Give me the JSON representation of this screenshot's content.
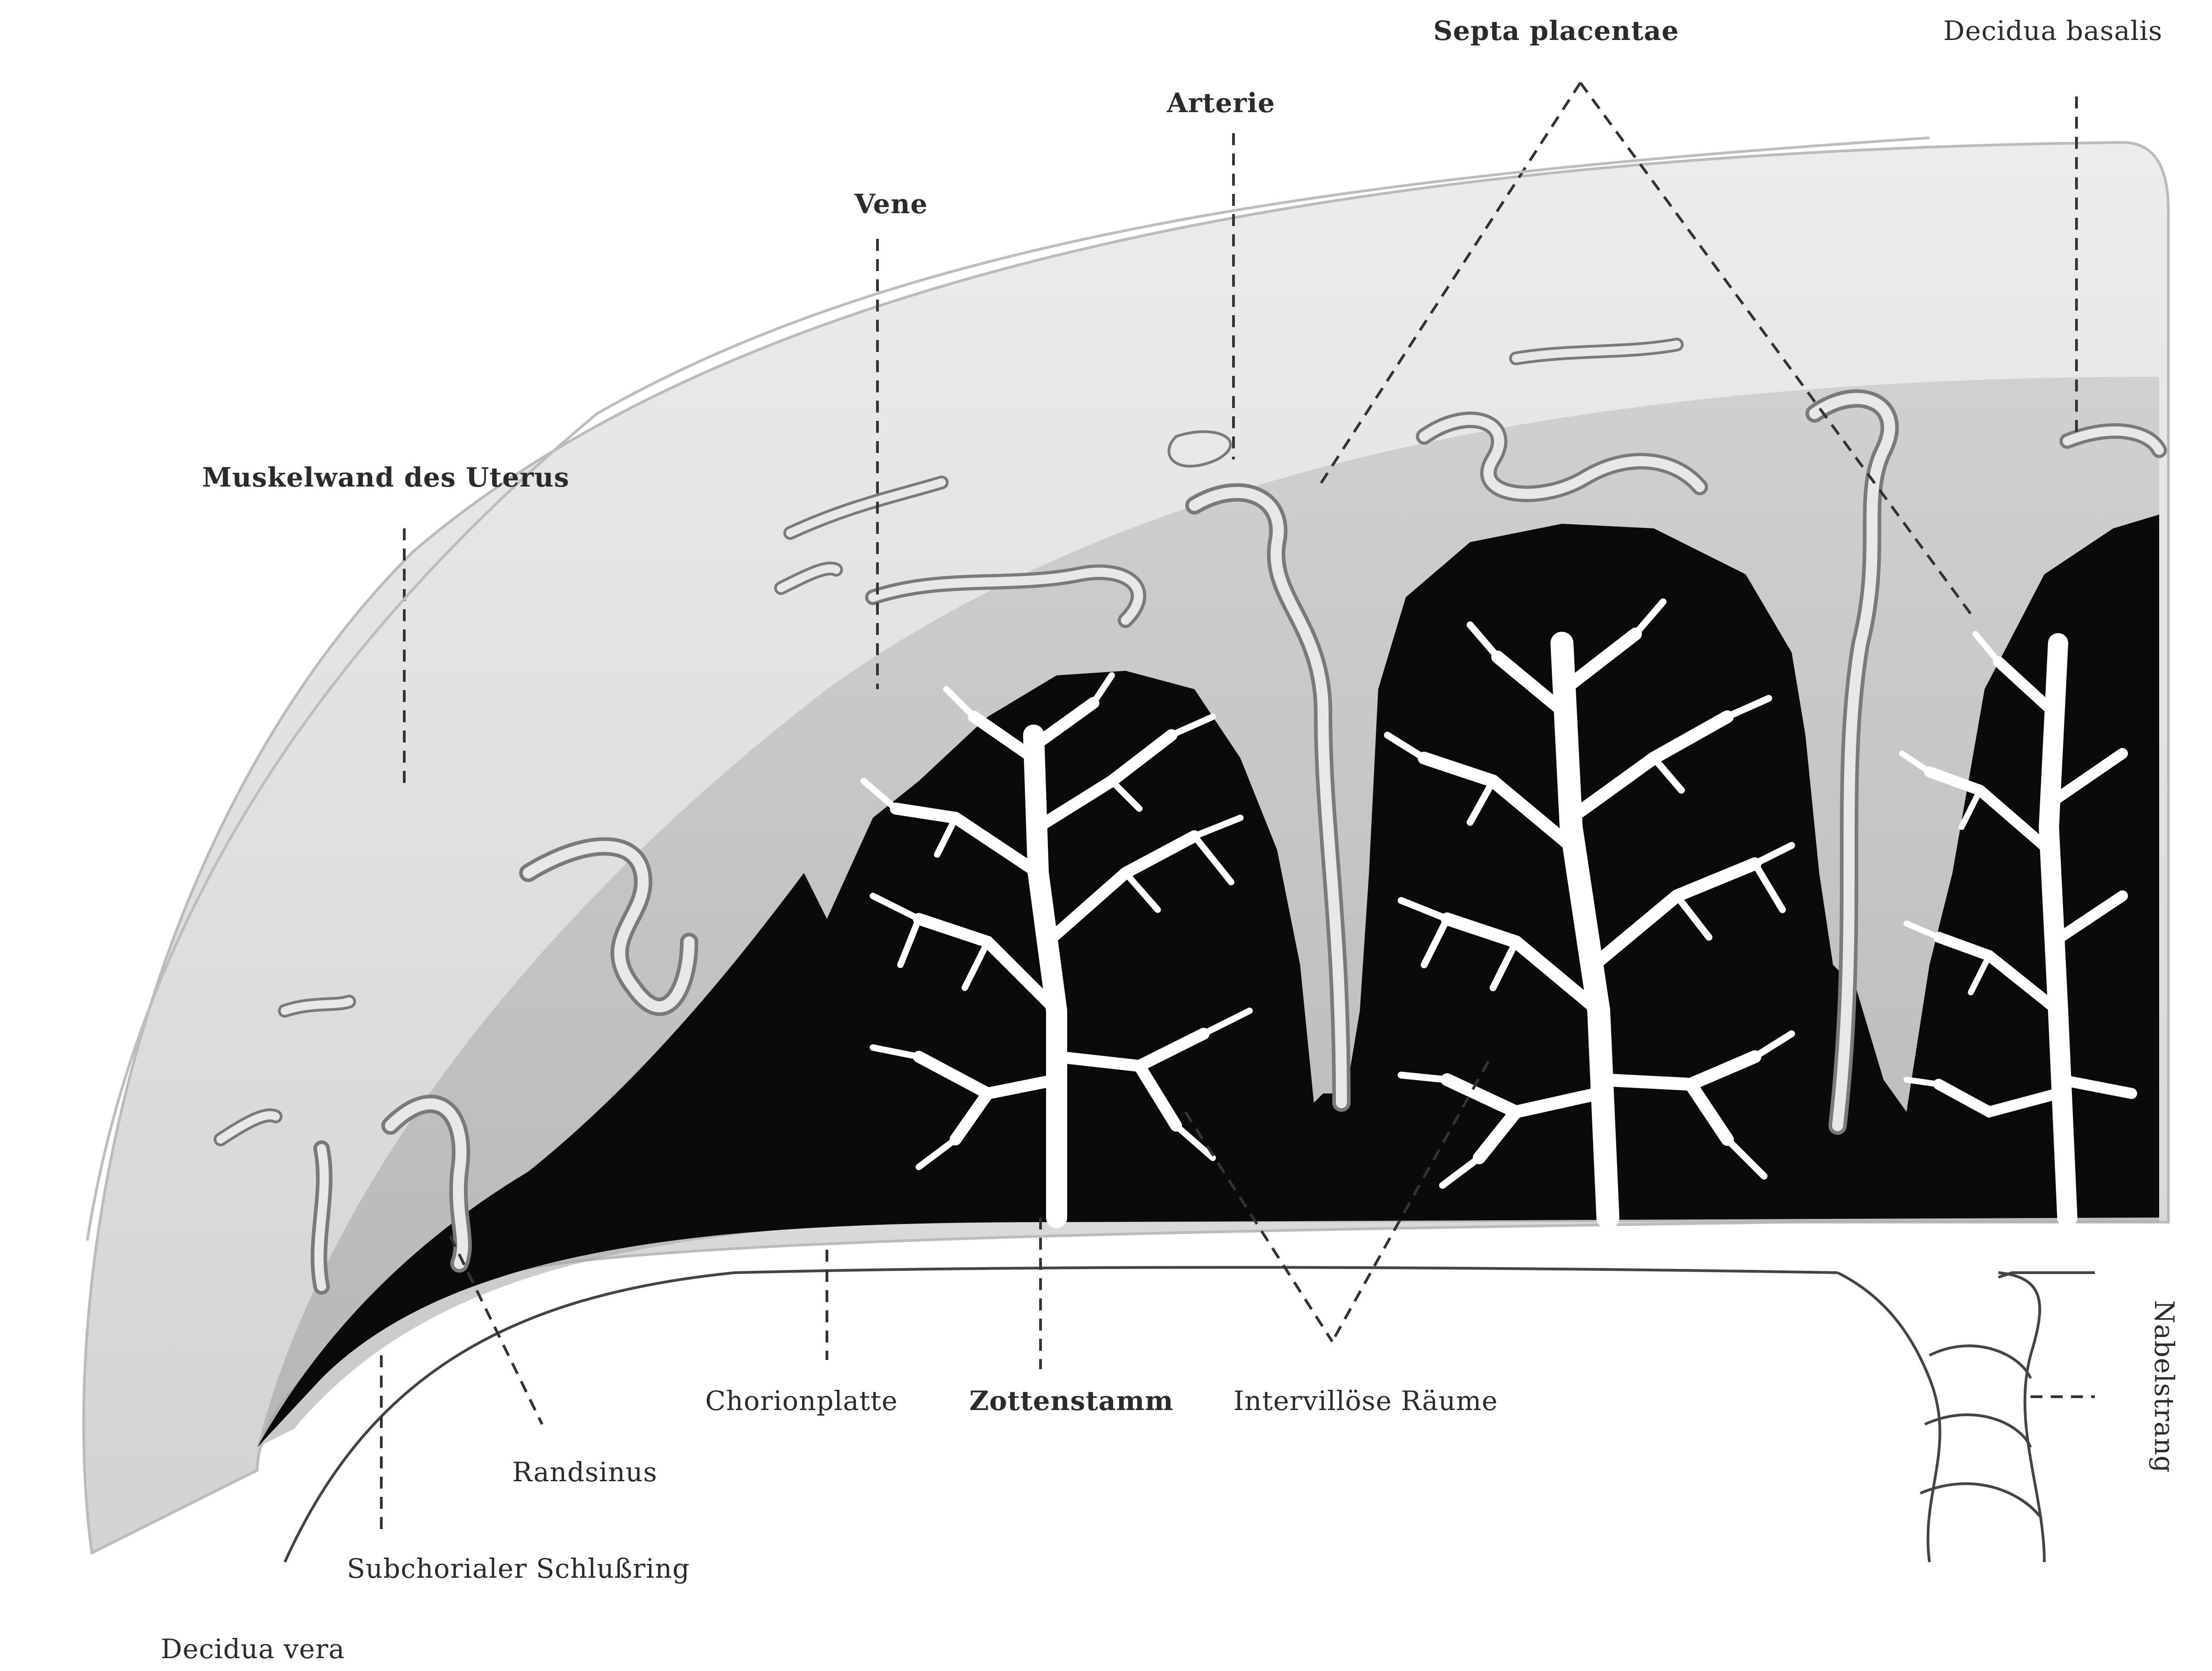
{
  "figure": {
    "labels": {
      "septa_placentae": "Septa placentae",
      "decidua_basalis": "Decidua basalis",
      "arterie": "Arterie",
      "vene": "Vene",
      "muskelwand_des_uterus": "Muskelwand des Uterus",
      "chorionplatte": "Chorionplatte",
      "zottenstamm": "Zottenstamm",
      "intervillose_raume": "Intervillöse Räume",
      "randsinus": "Randsinus",
      "subchorialer_schlussring": "Subchorialer Schlußring",
      "decidua_vera": "Decidua vera",
      "nabelstrang": "Nabelstrang"
    },
    "colors": {
      "uterus_wall": "#d6d6d6",
      "decidua": "#b4b4b4",
      "villi": "#0a0a0a",
      "vessels": "#e8e8e8",
      "lines": "#333333"
    }
  }
}
